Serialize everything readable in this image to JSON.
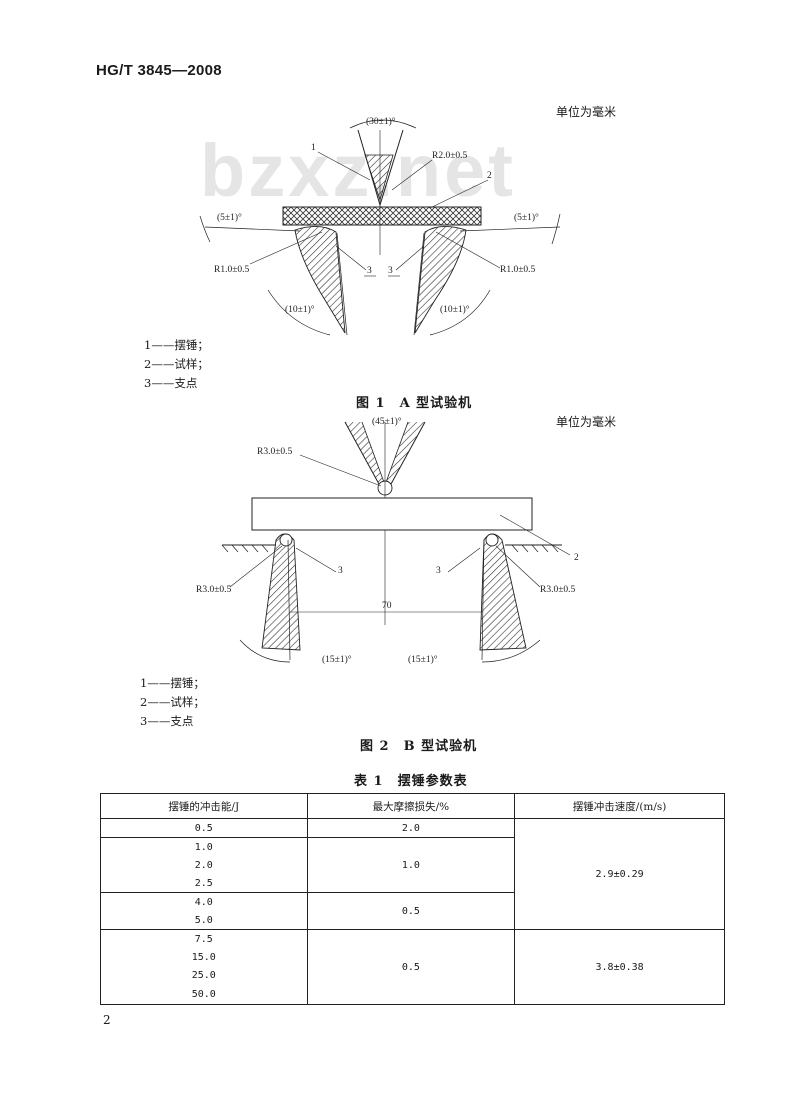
{
  "header": {
    "standard_no": "HG/T 3845—2008"
  },
  "figure1": {
    "unit": "单位为毫米",
    "labels": {
      "angle_top": "(30±1)°",
      "radius_top": "R2.0±0.5",
      "angle_left": "(5±1)°",
      "angle_right": "(5±1)°",
      "radius_left": "R1.0±0.5",
      "radius_right": "R1.0±0.5",
      "angle_bottom_left": "(10±1)°",
      "angle_bottom_right": "(10±1)°",
      "num1": "1",
      "num2": "2",
      "num3a": "3",
      "num3b": "3"
    },
    "legend": [
      "1——摆锤；",
      "2——试样；",
      "3——支点"
    ],
    "caption": "图 1　A 型试验机"
  },
  "figure2": {
    "unit": "单位为毫米",
    "labels": {
      "angle_top": "(45±1)°",
      "radius_top": "R3.0±0.5",
      "num2": "2",
      "num3a": "3",
      "num3b": "3",
      "radius_left": "R3.0±0.5",
      "radius_right": "R3.0±0.5",
      "span": "70",
      "angle_bottom_left": "(15±1)°",
      "angle_bottom_right": "(15±1)°"
    },
    "legend": [
      "1——摆锤；",
      "2——试样；",
      "3——支点"
    ],
    "caption": "图 2　B 型试验机"
  },
  "table": {
    "title": "表 1　摆锤参数表",
    "headers": [
      "摆锤的冲击能/J",
      "最大摩擦损失/%",
      "摆锤冲击速度/(m/s)"
    ],
    "energy": [
      "0.5",
      "1.0",
      "2.0",
      "2.5",
      "4.0",
      "5.0",
      "7.5",
      "15.0",
      "25.0",
      "50.0"
    ],
    "friction": [
      "2.0",
      "1.0",
      "0.5",
      "0.5"
    ],
    "velocity": [
      "2.9±0.29",
      "3.8±0.38"
    ]
  },
  "watermark": "bzxz.net",
  "page_number": "2"
}
